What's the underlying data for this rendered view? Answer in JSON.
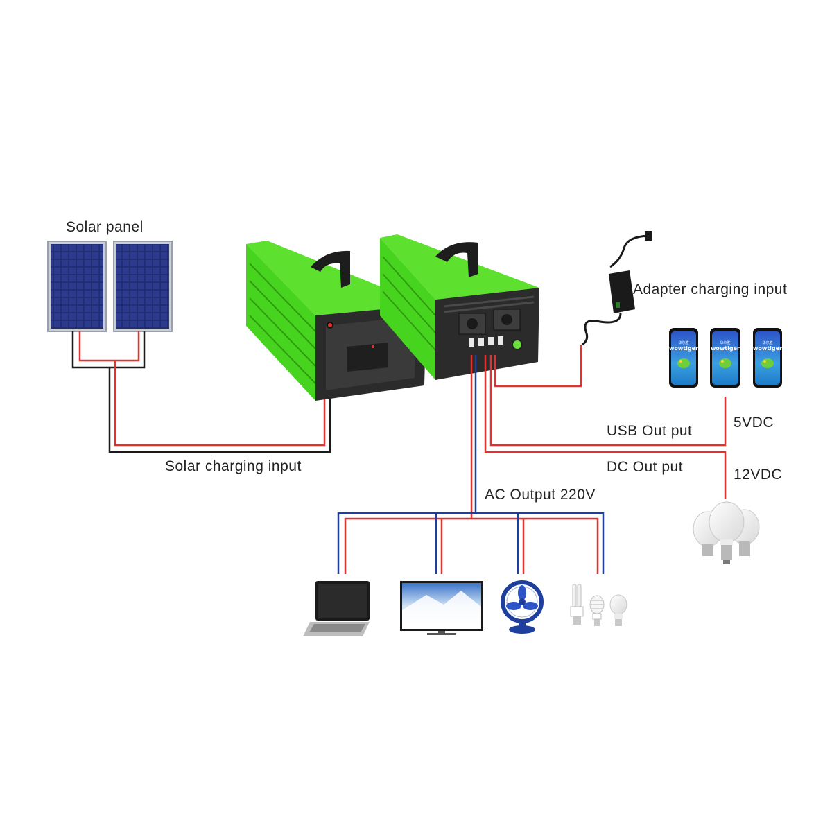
{
  "labels": {
    "solar_panel": "Solar panel",
    "adapter_input": "Adapter charging input",
    "solar_input": "Solar charging input",
    "usb_output": "USB Out put",
    "usb_voltage": "5VDC",
    "dc_output": "DC Out put",
    "dc_voltage": "12VDC",
    "ac_output": "AC Output 220V"
  },
  "phone_brand": {
    "line1": "华尔胜",
    "line2": "wowtiger"
  },
  "colors": {
    "wire_red": "#e0322f",
    "wire_black": "#1a1a1a",
    "wire_blue": "#1f3f9e",
    "housing_green": "#47d41e",
    "panel_blue": "#1e2a6e"
  },
  "icons": [
    "solar-panel-icon",
    "power-station-icon",
    "adapter-icon",
    "smartphone-icon",
    "led-bulb-icon",
    "laptop-icon",
    "tv-icon",
    "fan-icon",
    "cfl-bulb-icon"
  ]
}
